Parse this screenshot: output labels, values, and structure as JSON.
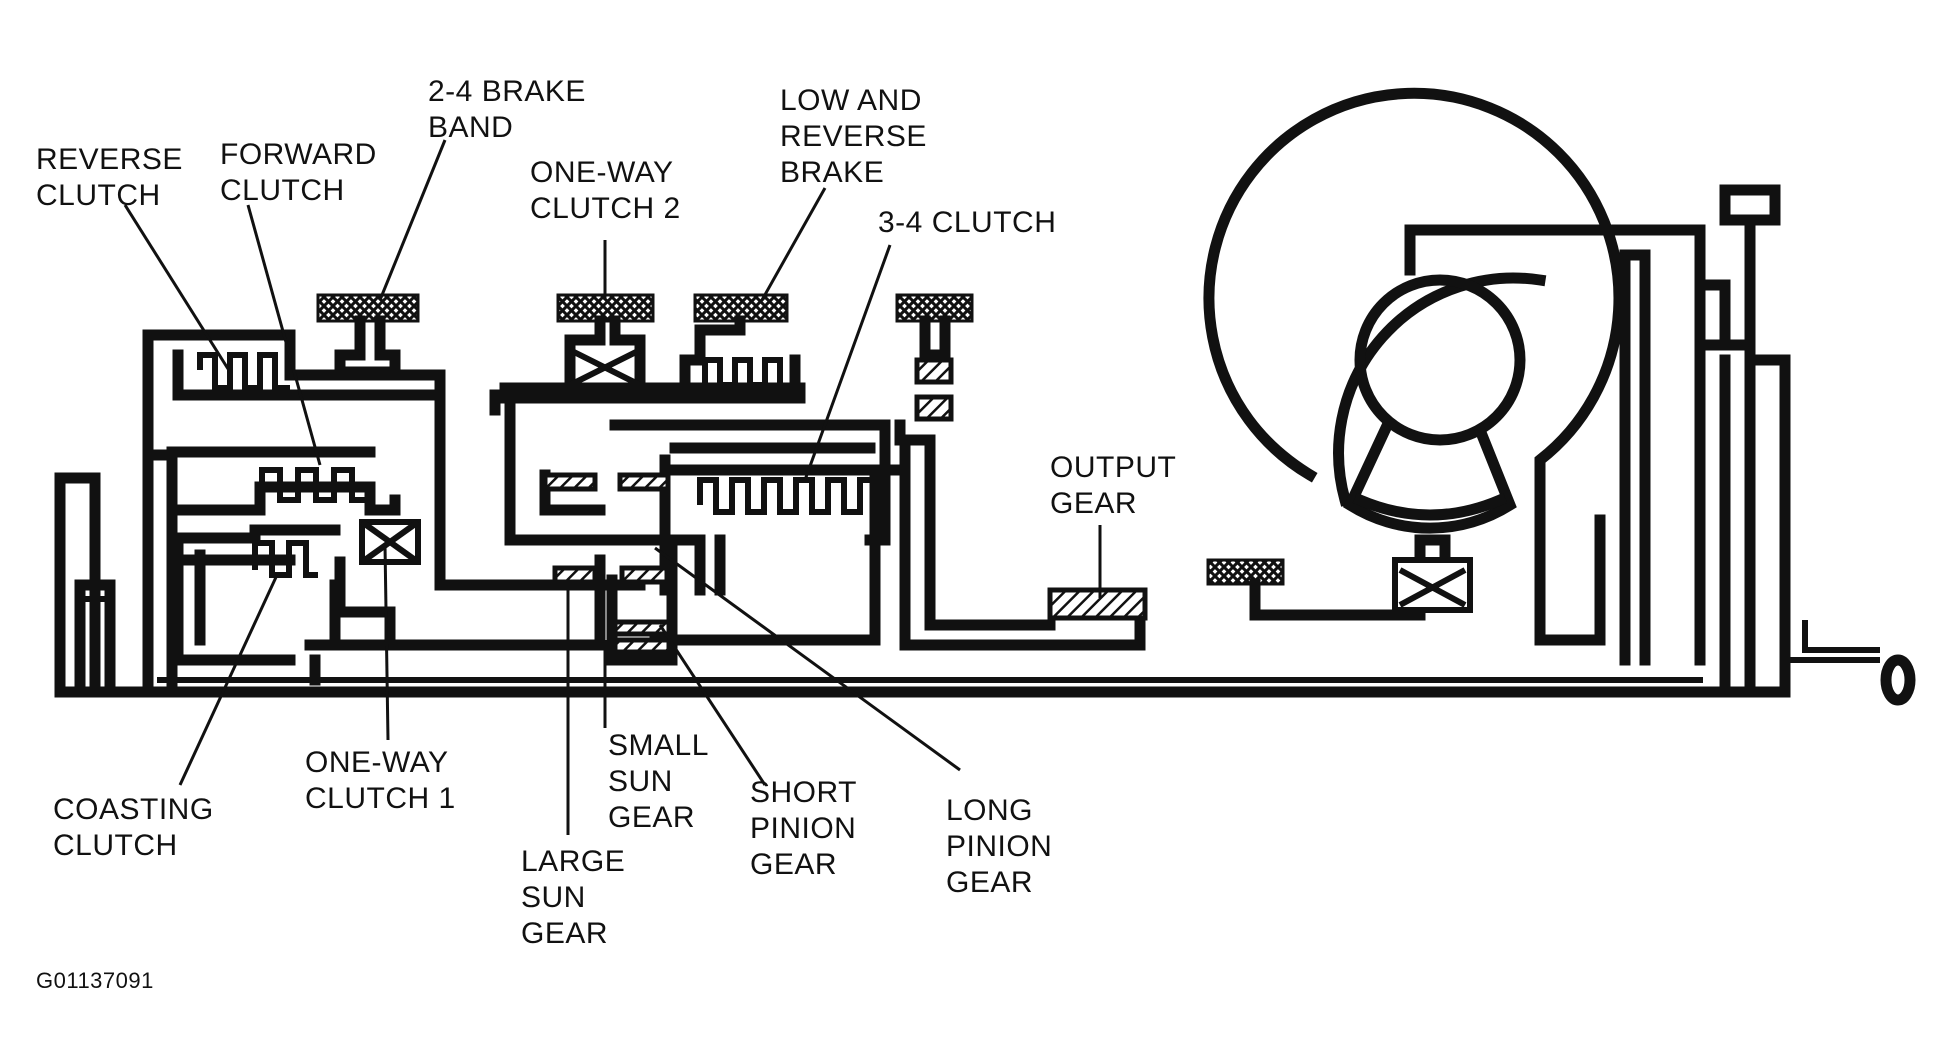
{
  "labels": {
    "reverse_clutch": "REVERSE\nCLUTCH",
    "forward_clutch": "FORWARD\nCLUTCH",
    "brake_band": "2-4 BRAKE\nBAND",
    "one_way_clutch_2": "ONE-WAY\nCLUTCH 2",
    "low_reverse_brake": "LOW AND\nREVERSE\nBRAKE",
    "clutch_34": "3-4 CLUTCH",
    "output_gear": "OUTPUT\nGEAR",
    "coasting_clutch": "COASTING\nCLUTCH",
    "one_way_clutch_1": "ONE-WAY\nCLUTCH 1",
    "small_sun_gear": "SMALL\nSUN\nGEAR",
    "short_pinion_gear": "SHORT\nPINION\nGEAR",
    "long_pinion_gear": "LONG\nPINION\nGEAR",
    "large_sun_gear": "LARGE\nSUN\nGEAR"
  },
  "figure_code": "G01137091"
}
